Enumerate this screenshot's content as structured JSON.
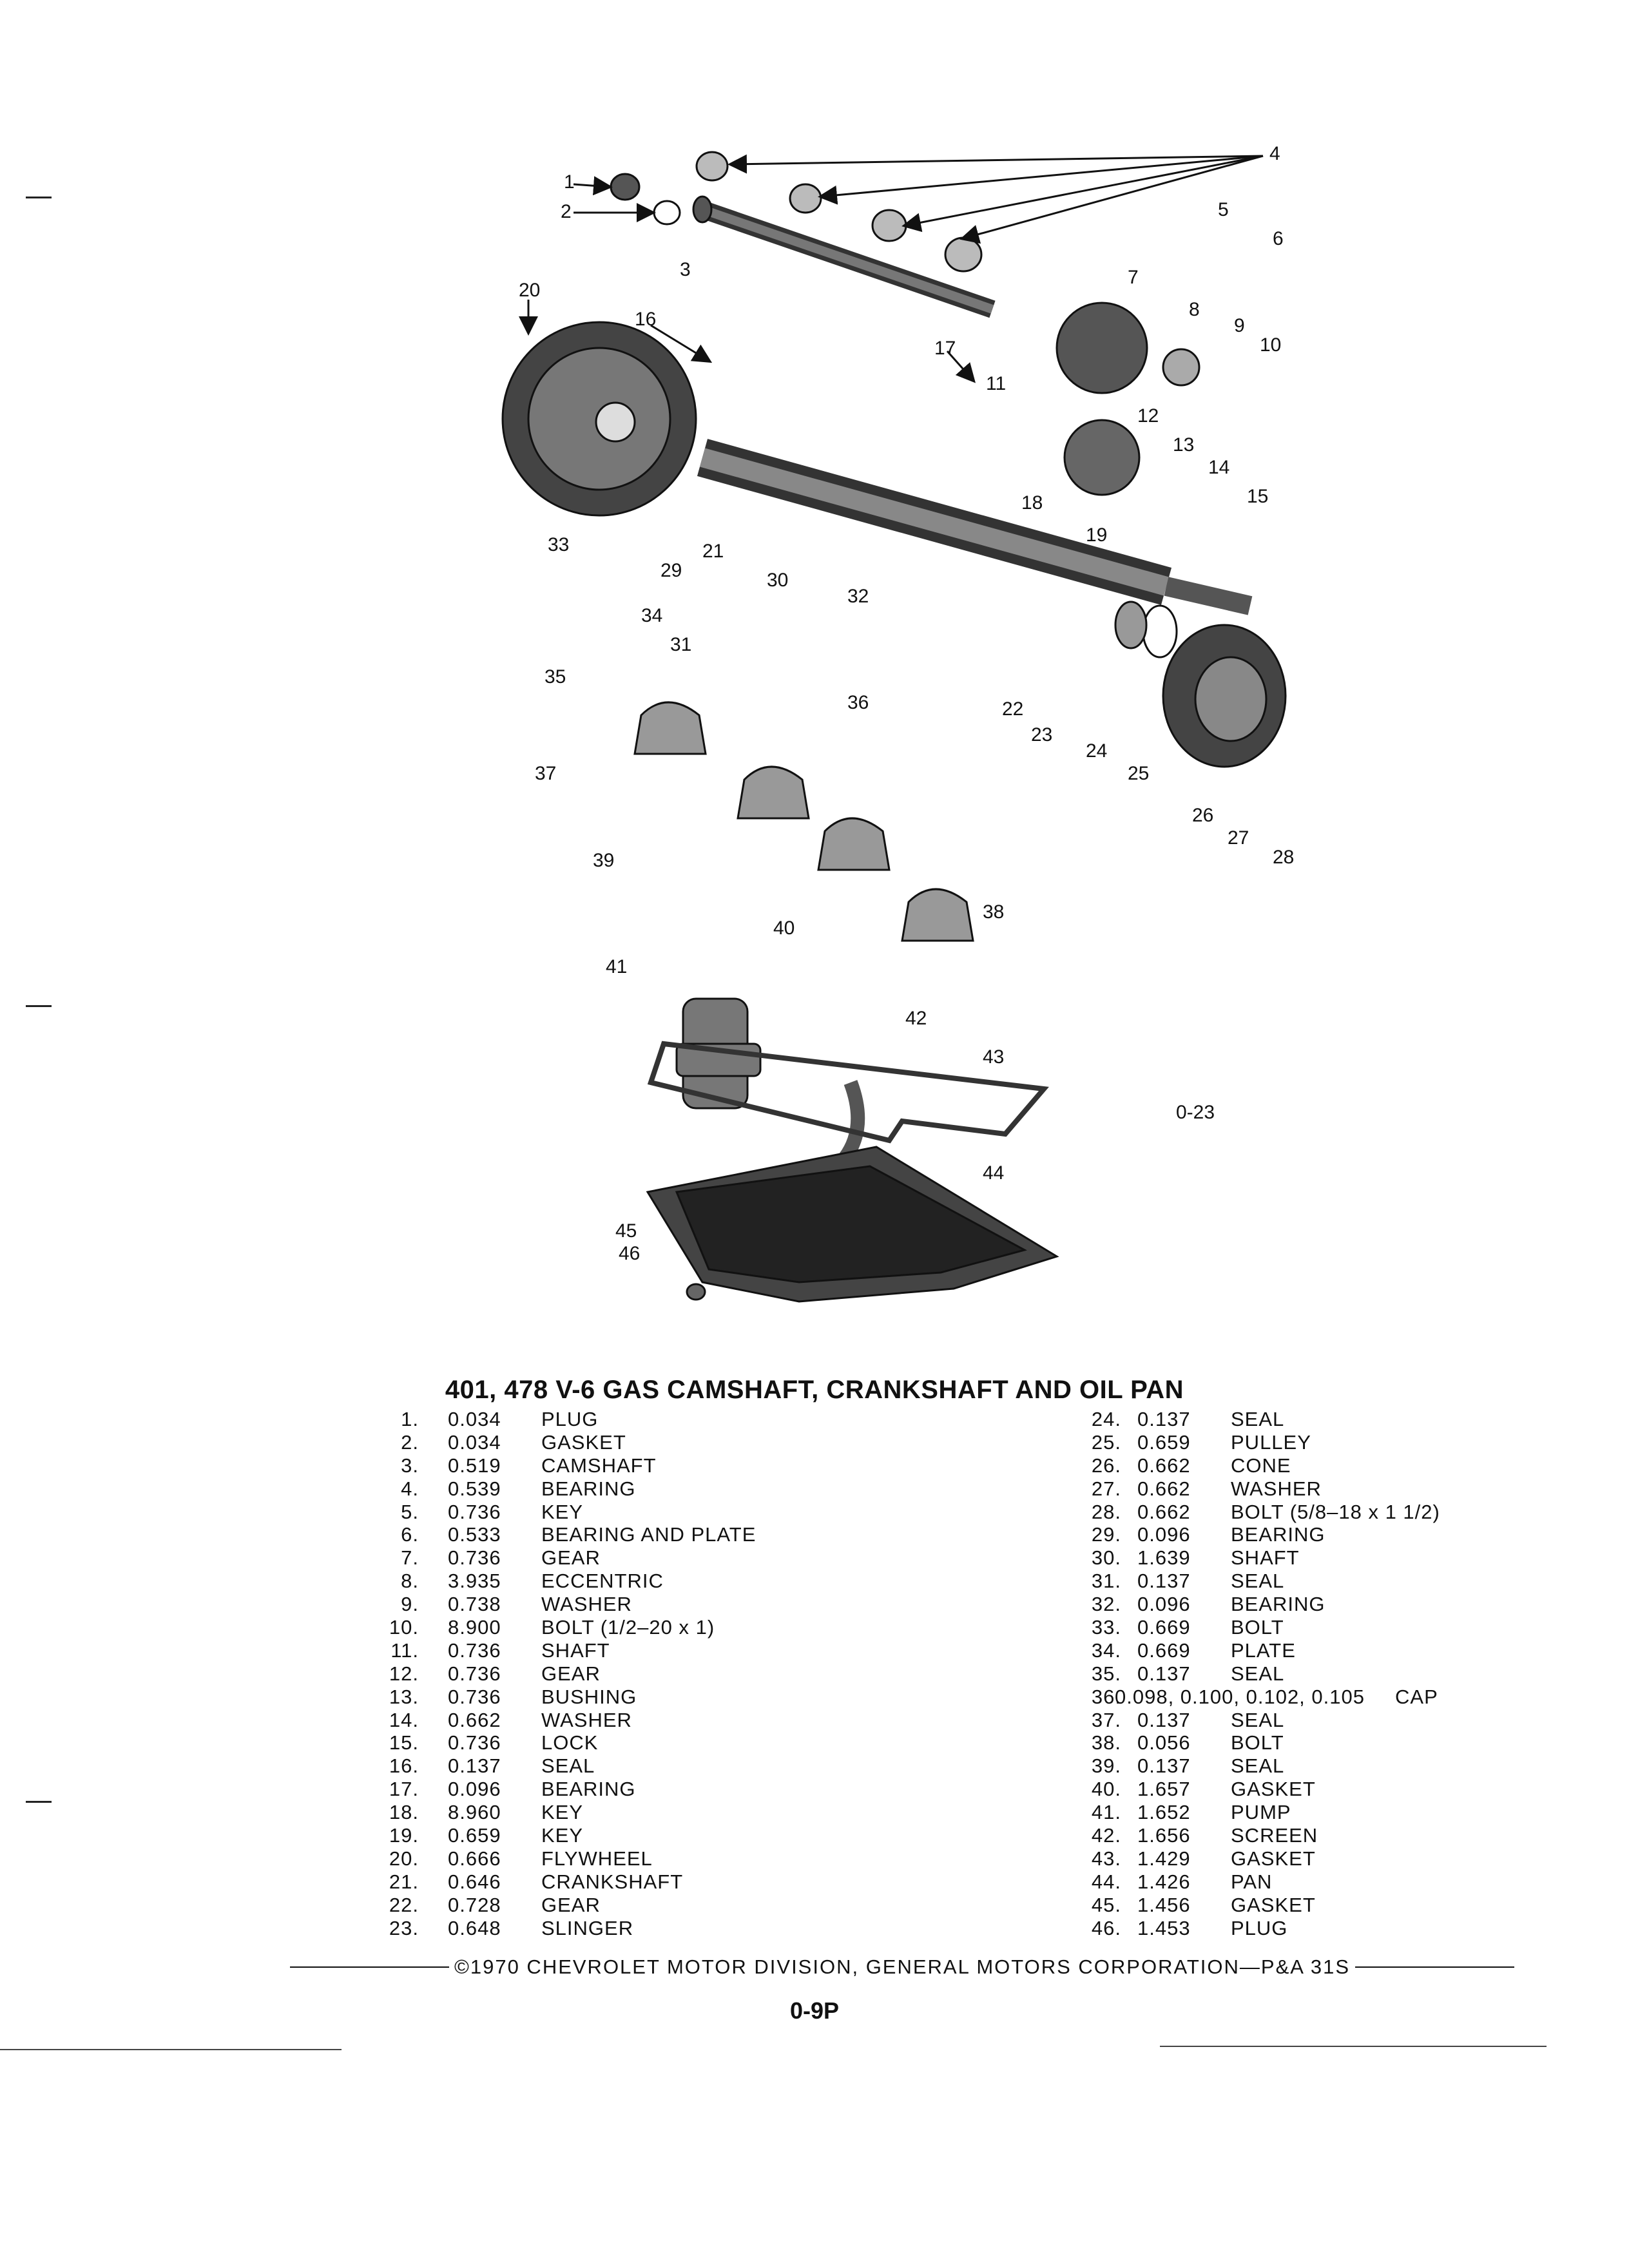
{
  "figure": {
    "code": "0-23",
    "callouts": [
      "1",
      "2",
      "3",
      "4",
      "5",
      "6",
      "7",
      "8",
      "9",
      "10",
      "11",
      "12",
      "13",
      "14",
      "15",
      "16",
      "17",
      "18",
      "19",
      "20",
      "21",
      "22",
      "23",
      "24",
      "25",
      "26",
      "27",
      "28",
      "29",
      "30",
      "31",
      "32",
      "33",
      "34",
      "35",
      "36",
      "37",
      "38",
      "39",
      "40",
      "41",
      "42",
      "43",
      "44",
      "45",
      "46"
    ]
  },
  "title": "401, 478 V-6 GAS CAMSHAFT, CRANKSHAFT AND OIL PAN",
  "parts_left": [
    {
      "num": "1.",
      "code": "0.034",
      "desc": "PLUG"
    },
    {
      "num": "2.",
      "code": "0.034",
      "desc": "GASKET"
    },
    {
      "num": "3.",
      "code": "0.519",
      "desc": "CAMSHAFT"
    },
    {
      "num": "4.",
      "code": "0.539",
      "desc": "BEARING"
    },
    {
      "num": "5.",
      "code": "0.736",
      "desc": "KEY"
    },
    {
      "num": "6.",
      "code": "0.533",
      "desc": "BEARING AND PLATE"
    },
    {
      "num": "7.",
      "code": "0.736",
      "desc": "GEAR"
    },
    {
      "num": "8.",
      "code": "3.935",
      "desc": "ECCENTRIC"
    },
    {
      "num": "9.",
      "code": "0.738",
      "desc": "WASHER"
    },
    {
      "num": "10.",
      "code": "8.900",
      "desc": "BOLT (1/2–20 x 1)"
    },
    {
      "num": "11.",
      "code": "0.736",
      "desc": "SHAFT"
    },
    {
      "num": "12.",
      "code": "0.736",
      "desc": "GEAR"
    },
    {
      "num": "13.",
      "code": "0.736",
      "desc": "BUSHING"
    },
    {
      "num": "14.",
      "code": "0.662",
      "desc": "WASHER"
    },
    {
      "num": "15.",
      "code": "0.736",
      "desc": "LOCK"
    },
    {
      "num": "16.",
      "code": "0.137",
      "desc": "SEAL"
    },
    {
      "num": "17.",
      "code": "0.096",
      "desc": "BEARING"
    },
    {
      "num": "18.",
      "code": "8.960",
      "desc": "KEY"
    },
    {
      "num": "19.",
      "code": "0.659",
      "desc": "KEY"
    },
    {
      "num": "20.",
      "code": "0.666",
      "desc": "FLYWHEEL"
    },
    {
      "num": "21.",
      "code": "0.646",
      "desc": "CRANKSHAFT"
    },
    {
      "num": "22.",
      "code": "0.728",
      "desc": "GEAR"
    },
    {
      "num": "23.",
      "code": "0.648",
      "desc": "SLINGER"
    }
  ],
  "parts_right": [
    {
      "num": "24.",
      "code": "0.137",
      "desc": "SEAL"
    },
    {
      "num": "25.",
      "code": "0.659",
      "desc": "PULLEY"
    },
    {
      "num": "26.",
      "code": "0.662",
      "desc": "CONE"
    },
    {
      "num": "27.",
      "code": "0.662",
      "desc": "WASHER"
    },
    {
      "num": "28.",
      "code": "0.662",
      "desc": "BOLT (5/8–18 x 1 1/2)"
    },
    {
      "num": "29.",
      "code": "0.096",
      "desc": "BEARING"
    },
    {
      "num": "30.",
      "code": "1.639",
      "desc": "SHAFT"
    },
    {
      "num": "31.",
      "code": "0.137",
      "desc": "SEAL"
    },
    {
      "num": "32.",
      "code": "0.096",
      "desc": "BEARING"
    },
    {
      "num": "33.",
      "code": "0.669",
      "desc": "BOLT"
    },
    {
      "num": "34.",
      "code": "0.669",
      "desc": "PLATE"
    },
    {
      "num": "35.",
      "code": "0.137",
      "desc": "SEAL"
    },
    {
      "num": "36.",
      "code": "0.098, 0.100, 0.102, 0.105",
      "desc": "CAP",
      "wide": true
    },
    {
      "num": "37.",
      "code": "0.137",
      "desc": "SEAL"
    },
    {
      "num": "38.",
      "code": "0.056",
      "desc": "BOLT"
    },
    {
      "num": "39.",
      "code": "0.137",
      "desc": "SEAL"
    },
    {
      "num": "40.",
      "code": "1.657",
      "desc": "GASKET"
    },
    {
      "num": "41.",
      "code": "1.652",
      "desc": "PUMP"
    },
    {
      "num": "42.",
      "code": "1.656",
      "desc": "SCREEN"
    },
    {
      "num": "43.",
      "code": "1.429",
      "desc": "GASKET"
    },
    {
      "num": "44.",
      "code": "1.426",
      "desc": "PAN"
    },
    {
      "num": "45.",
      "code": "1.456",
      "desc": "GASKET"
    },
    {
      "num": "46.",
      "code": "1.453",
      "desc": "PLUG"
    }
  ],
  "copyright": "©1970 CHEVROLET MOTOR DIVISION, GENERAL MOTORS CORPORATION—P&A 31S",
  "page_number": "0-9P"
}
